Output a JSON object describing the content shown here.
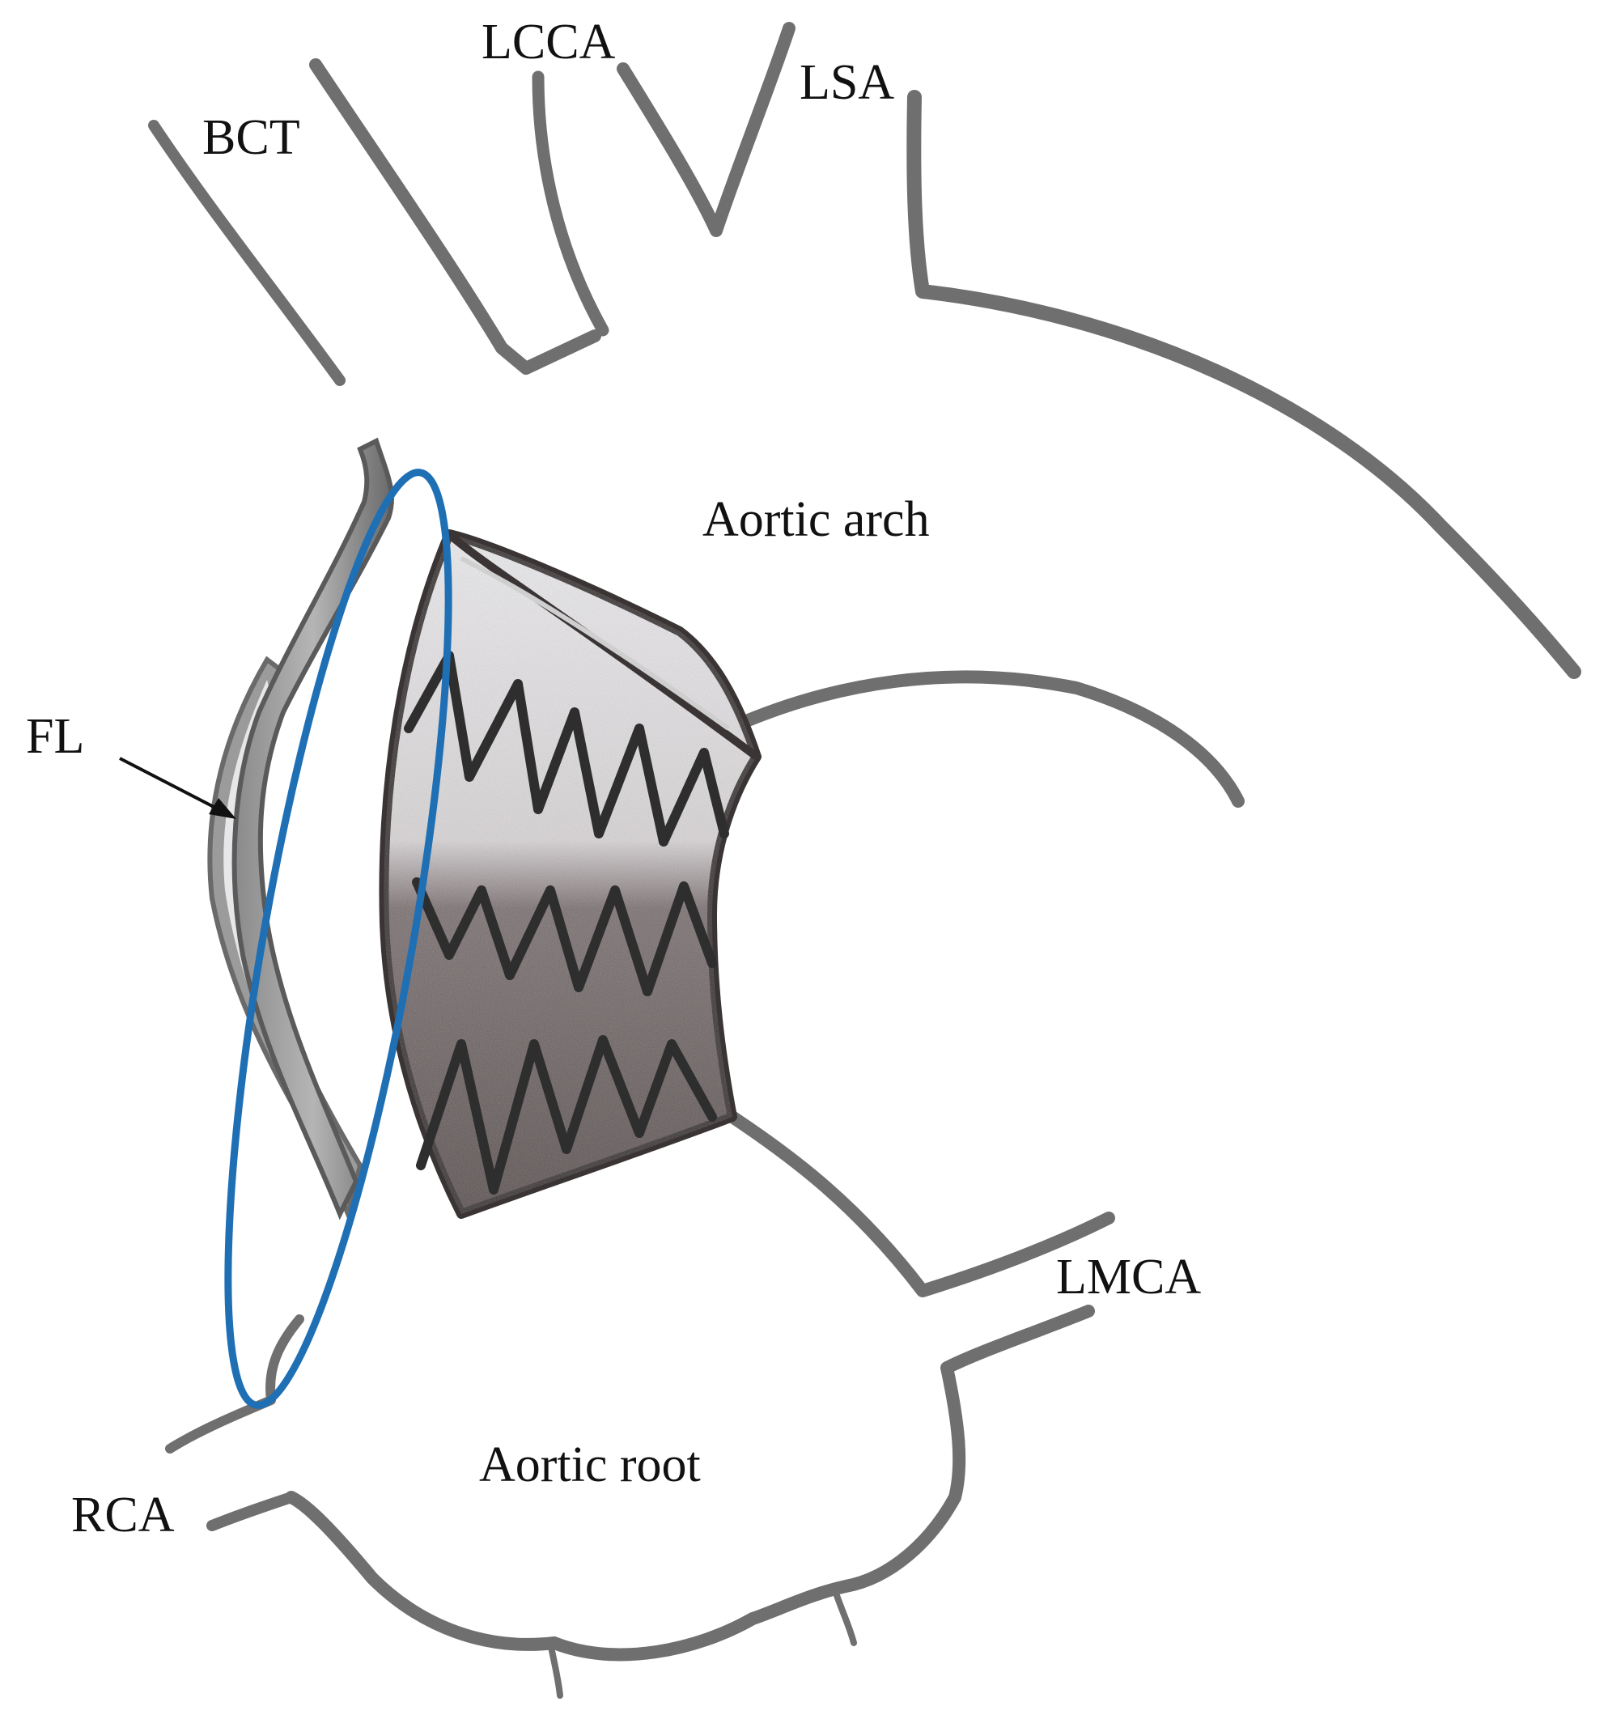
{
  "labels": {
    "lcca": "LCCA",
    "lsa": "LSA",
    "bct": "BCT",
    "aortic_arch": "Aortic arch",
    "fl": "FL",
    "lmca": "LMCA",
    "aortic_root": "Aortic root",
    "rca": "RCA"
  },
  "colors": {
    "vessel_wall": "#6f6f6f",
    "stent_fabric": "#5a5252",
    "stent_wire": "#2e2e2e",
    "highlight_ellipse": "#1f6fb5",
    "label_text": "#111111"
  }
}
